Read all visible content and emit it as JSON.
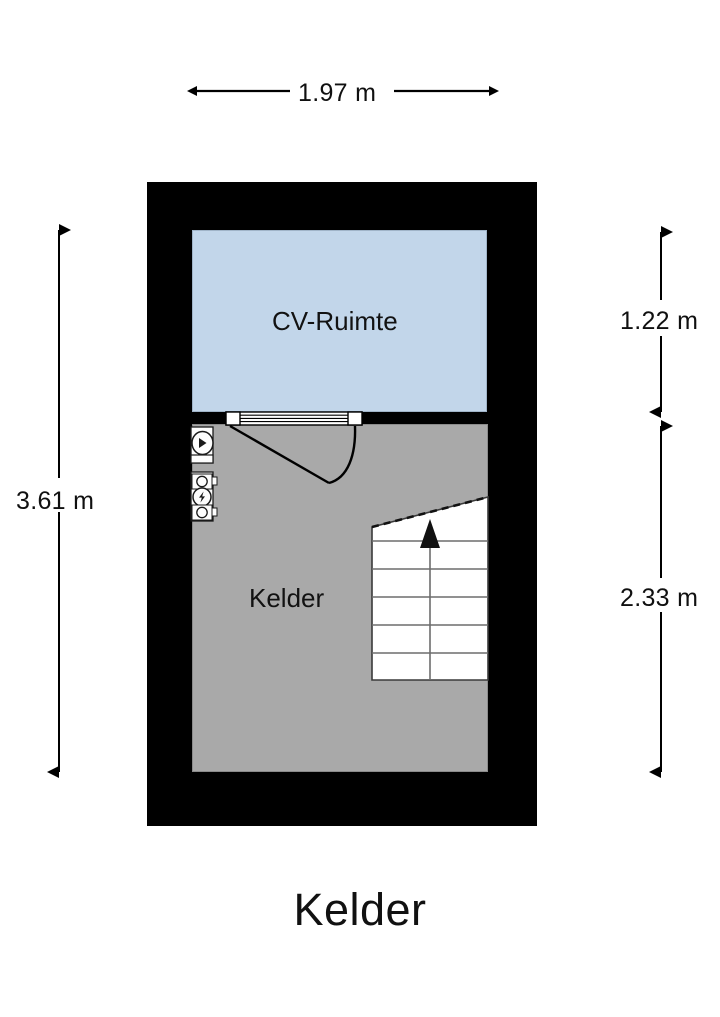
{
  "title": "Kelder",
  "plan": {
    "name": "Kelder",
    "unit": "m",
    "rooms": [
      {
        "id": "cv-ruimte",
        "label": "CV-Ruimte",
        "fill": "#c2d6ea"
      },
      {
        "id": "kelder",
        "label": "Kelder",
        "fill": "#a9a9a9"
      }
    ],
    "wall_color": "#000000",
    "stair_fill": "#ffffff"
  },
  "dimensions": {
    "top": {
      "value": "1.97 m",
      "orientation": "horizontal",
      "measures": "overall width"
    },
    "left": {
      "value": "3.61 m",
      "orientation": "vertical",
      "measures": "overall depth"
    },
    "right_top": {
      "value": "1.22 m",
      "orientation": "vertical",
      "measures": "CV-Ruimte depth"
    },
    "right_bottom": {
      "value": "2.33 m",
      "orientation": "vertical",
      "measures": "Kelder depth"
    }
  },
  "fixtures": [
    {
      "id": "toilet",
      "icon": "toilet-icon"
    },
    {
      "id": "washbasin-unit",
      "icon": "sink-icon"
    }
  ],
  "features": [
    {
      "id": "door",
      "icon": "door-swing-icon"
    },
    {
      "id": "staircase",
      "icon": "stairs-up-icon",
      "steps": 6,
      "direction": "up"
    }
  ]
}
